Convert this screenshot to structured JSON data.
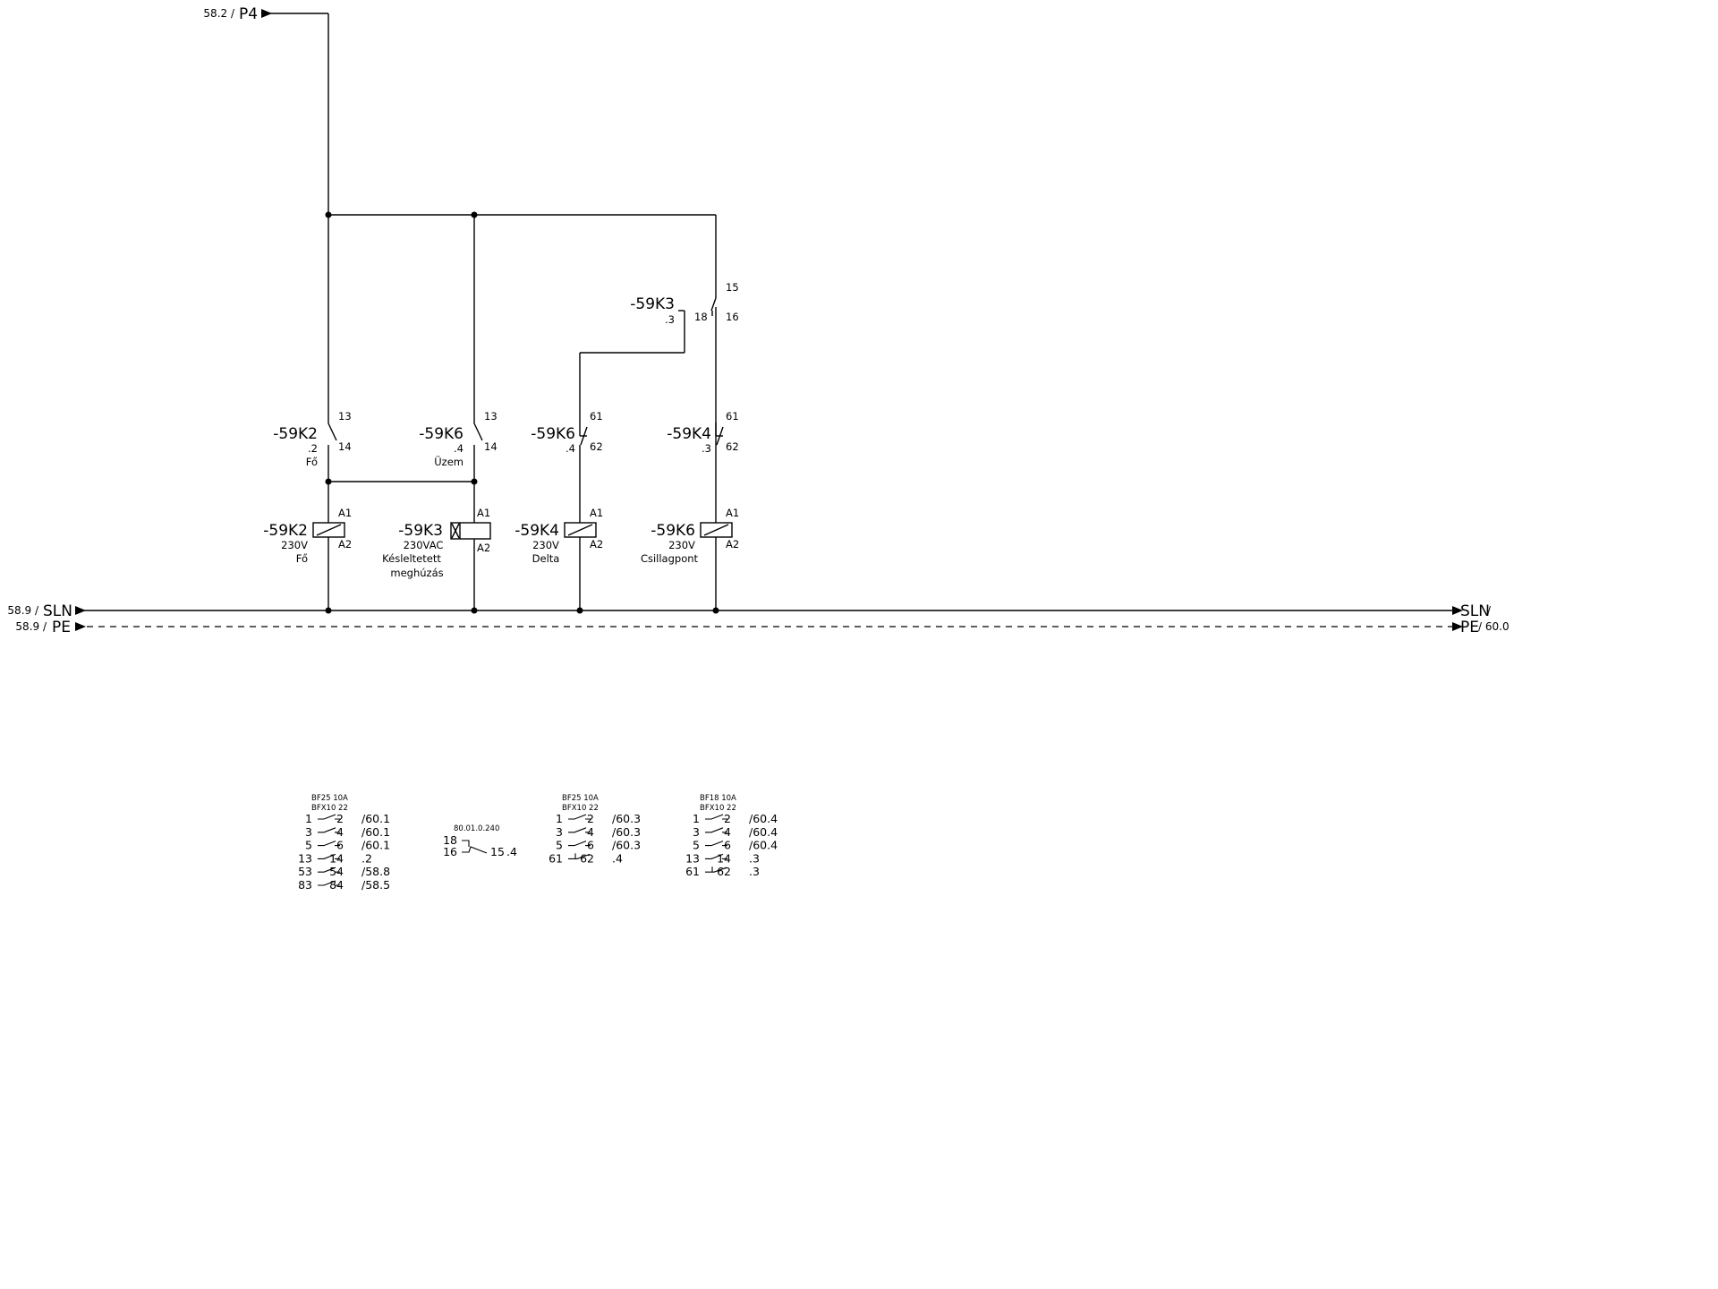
{
  "bus": {
    "p4_ref": "58.2 /",
    "p4_name": "P4",
    "sln_in_ref": "58.9 /",
    "sln_name": "SLN",
    "pe_in_ref": "58.9 /",
    "pe_name": "PE",
    "sln_out_name": "SLN",
    "sln_out_ref": "/",
    "pe_out_name": "PE",
    "pe_out_ref": "/ 60.0"
  },
  "k3_contact": {
    "tag": "-59K3",
    "ref": ".3",
    "t18": "18",
    "t15": "15",
    "t16": "16"
  },
  "aux_contacts": [
    {
      "tag": "-59K2",
      "ref": ".2",
      "desc": "Fő",
      "top": "13",
      "bottom": "14"
    },
    {
      "tag": "-59K6",
      "ref": ".4",
      "desc": "Üzem",
      "top": "13",
      "bottom": "14"
    },
    {
      "tag": "-59K6",
      "ref": ".4",
      "desc": "",
      "top": "61",
      "bottom": "62"
    },
    {
      "tag": "-59K4",
      "ref": ".3",
      "desc": "",
      "top": "61",
      "bottom": "62"
    }
  ],
  "coils": [
    {
      "tag": "-59K2",
      "a1": "A1",
      "a2": "A2",
      "volt": "230V",
      "desc1": "Fő",
      "desc2": ""
    },
    {
      "tag": "-59K3",
      "a1": "A1",
      "a2": "A2",
      "volt": "230VAC",
      "desc1": "Késleltetett",
      "desc2": "meghúzás"
    },
    {
      "tag": "-59K4",
      "a1": "A1",
      "a2": "A2",
      "volt": "230V",
      "desc1": "Delta",
      "desc2": ""
    },
    {
      "tag": "-59K6",
      "a1": "A1",
      "a2": "A2",
      "volt": "230V",
      "desc1": "Csillagpont",
      "desc2": ""
    }
  ],
  "cross_refs": [
    {
      "type_line1": "BF25 10A",
      "type_line2": "BFX10 22",
      "rows": [
        {
          "a": "1",
          "b": "2",
          "ref": "/60.1",
          "nc": false
        },
        {
          "a": "3",
          "b": "4",
          "ref": "/60.1",
          "nc": false
        },
        {
          "a": "5",
          "b": "6",
          "ref": "/60.1",
          "nc": false
        },
        {
          "a": "13",
          "b": "14",
          "ref": ".2",
          "nc": false
        },
        {
          "a": "53",
          "b": "54",
          "ref": "/58.8",
          "nc": false
        },
        {
          "a": "83",
          "b": "84",
          "ref": "/58.5",
          "nc": false
        }
      ]
    },
    {
      "type_line1": "BF25 10A",
      "type_line2": "BFX10 22",
      "rows": [
        {
          "a": "1",
          "b": "2",
          "ref": "/60.3",
          "nc": false
        },
        {
          "a": "3",
          "b": "4",
          "ref": "/60.3",
          "nc": false
        },
        {
          "a": "5",
          "b": "6",
          "ref": "/60.3",
          "nc": false
        },
        {
          "a": "61",
          "b": "62",
          "ref": ".4",
          "nc": true
        }
      ]
    },
    {
      "type_line1": "BF18 10A",
      "type_line2": "BFX10 22",
      "rows": [
        {
          "a": "1",
          "b": "2",
          "ref": "/60.4",
          "nc": false
        },
        {
          "a": "3",
          "b": "4",
          "ref": "/60.4",
          "nc": false
        },
        {
          "a": "5",
          "b": "6",
          "ref": "/60.4",
          "nc": false
        },
        {
          "a": "13",
          "b": "14",
          "ref": ".3",
          "nc": false
        },
        {
          "a": "61",
          "b": "62",
          "ref": ".3",
          "nc": true
        }
      ]
    }
  ],
  "timer_ref": {
    "type": "80.01.0.240",
    "t18": "18",
    "t16": "16",
    "t15": "15",
    "ref": ".4"
  }
}
